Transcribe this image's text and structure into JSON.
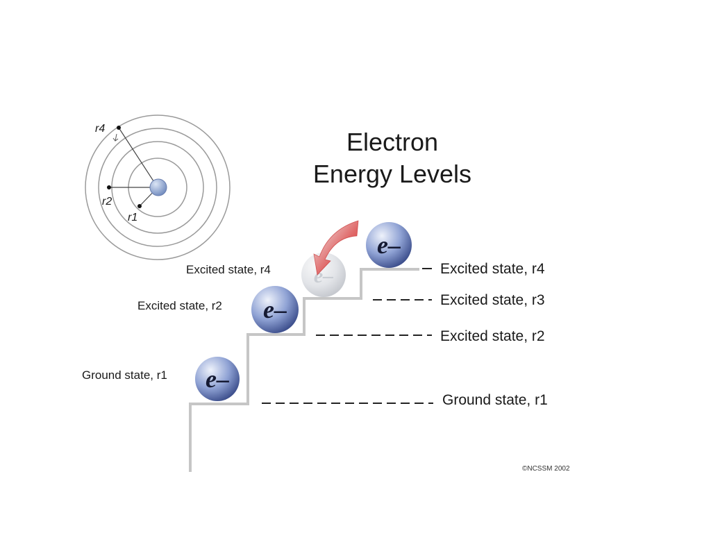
{
  "title": {
    "line1": "Electron",
    "line2": "Energy Levels"
  },
  "atom": {
    "radius_labels": {
      "r4": "r4",
      "r2": "r2",
      "r1": "r1"
    }
  },
  "left_labels": {
    "excited_r4": "Excited state, r4",
    "excited_r2": "Excited state, r2",
    "ground_r1": "Ground state, r1"
  },
  "right_labels": {
    "excited_r4": "Excited state, r4",
    "excited_r3": "Excited state, r3",
    "excited_r2": "Excited state, r2",
    "ground_r1": "Ground state, r1"
  },
  "electron_symbol": "e–",
  "copyright": "©NCSSM 2002",
  "colors": {
    "electron_light": "#eef2fb",
    "electron_mid": "#8fa2d4",
    "electron_dark": "#3a4c8a",
    "nucleus": "#7f98c8",
    "orbit": "#9a9a9a",
    "stair": "#c6c6c6",
    "arrow": "#d42020",
    "dash": "#222222"
  }
}
